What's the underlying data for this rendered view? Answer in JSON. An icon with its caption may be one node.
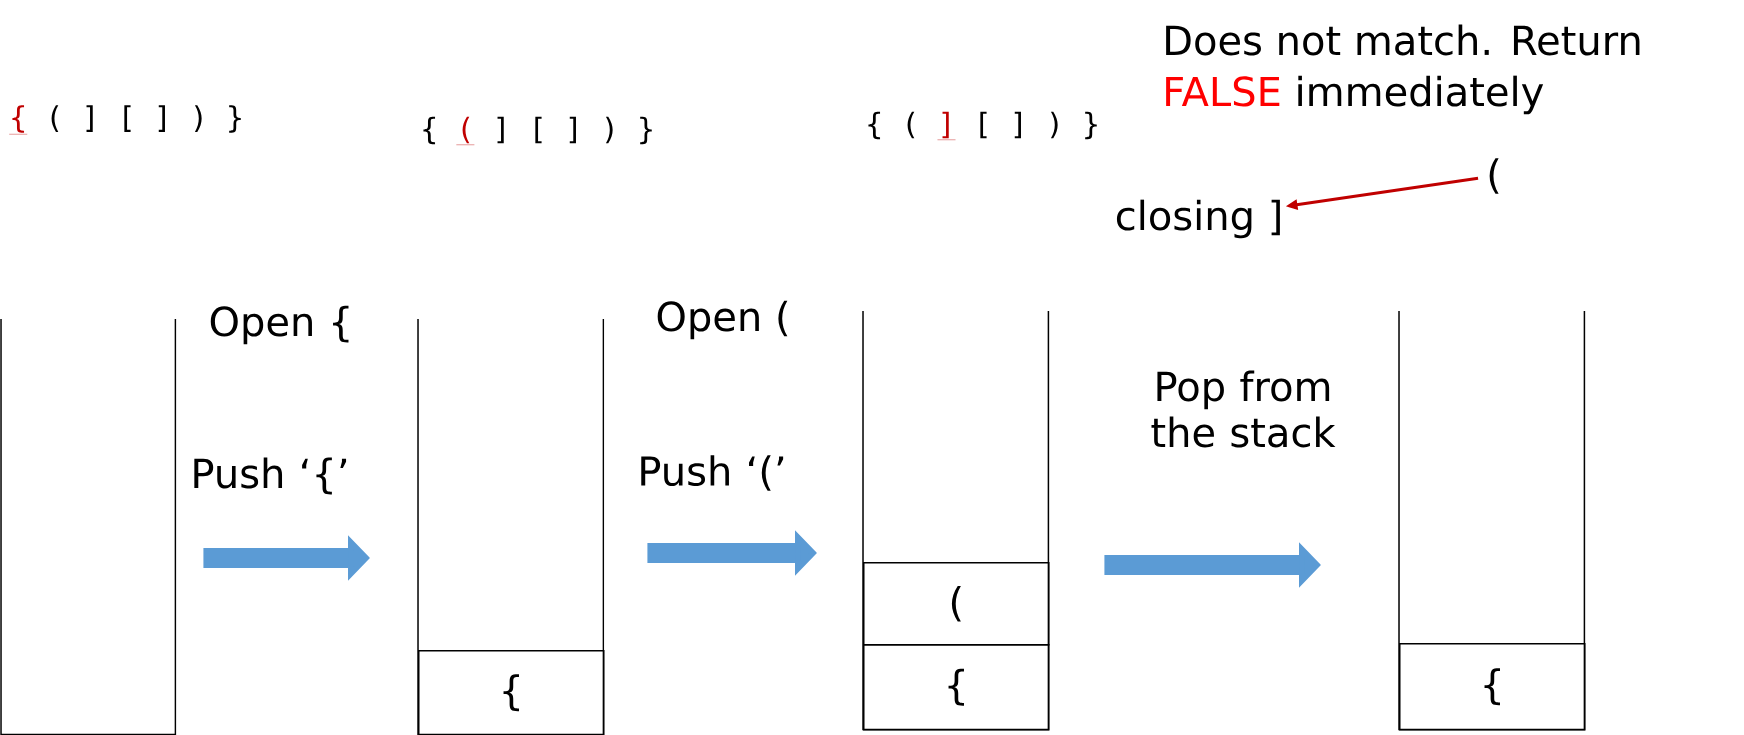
{
  "diagram": {
    "nodes": [
      {
        "text": [],
        "shape": "box"
      },
      {
        "text": [],
        "shape": "box"
      },
      {
        "text": [
          "{"
        ],
        "in": 1
      },
      {
        "text": [],
        "shape": "box"
      },
      {
        "text": [
          "("
        ],
        "in": 3
      },
      {
        "text": [
          "{"
        ],
        "in": 3
      },
      {
        "text": [],
        "shape": "box"
      },
      {
        "text": [
          "{"
        ],
        "in": 6
      },
      {
        "text": [
          "("
        ]
      },
      {
        "text": [
          "closing ]"
        ]
      }
    ],
    "edges": [
      {
        "from": 0,
        "to": 1,
        "arrow": "to",
        "label": "Push ‘{’"
      },
      {
        "from": 1,
        "to": 3,
        "arrow": "to",
        "label": "Push ‘(’"
      },
      {
        "from": 3,
        "to": 6,
        "arrow": "to",
        "label": "Pop from the stack"
      },
      {
        "from": 8,
        "to": 9,
        "arrow": "to",
        "color": "#c00000"
      }
    ],
    "labels": [
      "{",
      "( ] [ ] ) }",
      "{",
      "(",
      "] [ ] ) }",
      "{ (",
      "]",
      "[ ] ) }",
      "Does not match. Return",
      "FALSE",
      "immediately",
      "Open {",
      "Open ("
    ]
  }
}
